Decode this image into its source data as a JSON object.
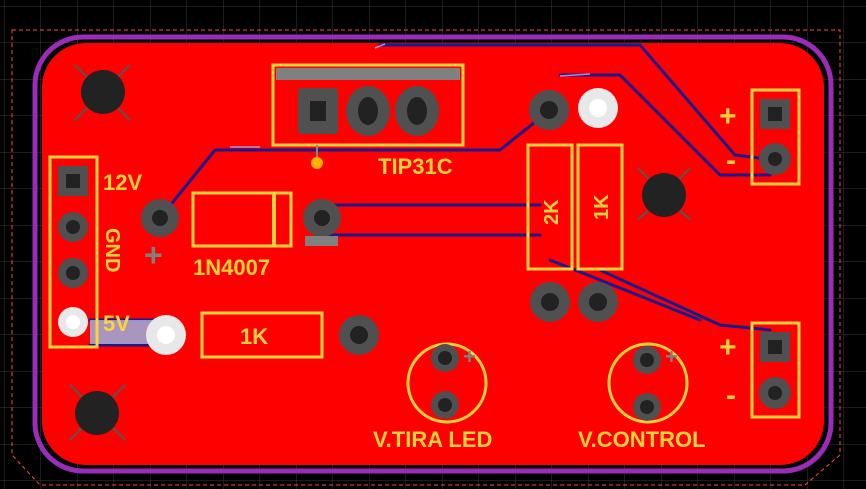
{
  "colors": {
    "background": "#000000",
    "grid": "#3a3a3a",
    "copper": "#ff0000",
    "board_outline": "#9a2cb8",
    "keepout": "#ff4a4a",
    "trace": "#1a1a8c",
    "silkscreen": "#ffd23a",
    "pad": "#808080"
  },
  "components": {
    "transistor": {
      "ref": "TIP31C"
    },
    "diode": {
      "ref": "1N4007",
      "polarity": "+"
    },
    "resistor_main": {
      "ref": "1K"
    },
    "resistor_v1": {
      "ref": "2K"
    },
    "resistor_v2": {
      "ref": "1K"
    },
    "pot_led": {
      "ref": "V.TIRA LED",
      "plus": "+"
    },
    "pot_control": {
      "ref": "V.CONTROL",
      "plus": "+"
    }
  },
  "connectors": {
    "power": {
      "pin1": "12V",
      "pin2": "GND",
      "pin4": "5V"
    },
    "output_top": {
      "plus": "+",
      "minus": "-"
    },
    "output_bottom": {
      "plus": "+",
      "minus": "-"
    }
  }
}
